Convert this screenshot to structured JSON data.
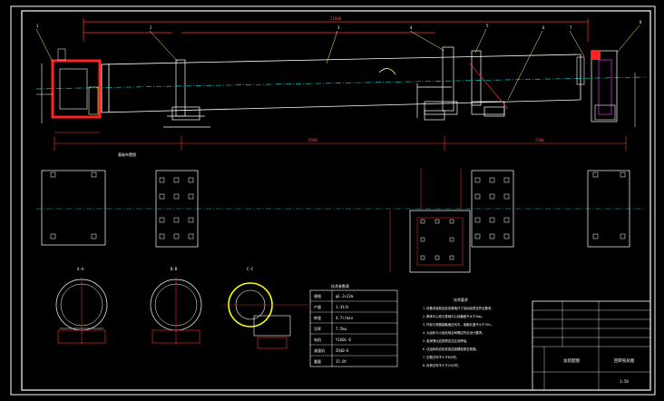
{
  "drawing": {
    "colors": {
      "background": "#000000",
      "frame": "#ffffff",
      "dimension": "#ff3333",
      "part": "#ffffff",
      "hidden": "#00cccc",
      "highlight": "#ff2222",
      "leader": "#ffff66",
      "rings": "#ffff00",
      "green": "#33ff33",
      "magenta": "#ff44ff"
    },
    "balloons": [
      "1",
      "2",
      "3",
      "4",
      "5",
      "6",
      "7",
      "8"
    ],
    "dimensions": {
      "overall": "21000",
      "span": "8500",
      "end": "2500"
    },
    "views": {
      "foundation": "基础布置图",
      "detail_a": "A-A",
      "detail_b": "B-B",
      "detail_c": "C-C"
    },
    "parts_table": {
      "title": "技术参数表",
      "rows": [
        {
          "label": "规格",
          "value": "φ1.2×12m"
        },
        {
          "label": "产量",
          "value": "1-3t/h"
        },
        {
          "label": "转速",
          "value": "4.7r/min"
        },
        {
          "label": "功率",
          "value": "7.5kw"
        },
        {
          "label": "电机",
          "value": "Y160L-6"
        },
        {
          "label": "减速机",
          "value": "ZQ40-6"
        },
        {
          "label": "重量",
          "value": "15.8t"
        }
      ]
    },
    "notes": {
      "title": "技术要求",
      "items": [
        "1.设备安装前应检查基础尺寸及标高是否符合要求。",
        "2.筒体中心线与基础中心线偏差不大于2mm。",
        "3.托轮与滚圈接触面应均匀，接触长度不小于70%。",
        "4.大齿轮与小齿轮啮合间隙应符合设计要求。",
        "5.各润滑点应按规定加注润滑油。",
        "6.试运转前应检查各连接螺栓是否紧固。",
        "7.空载试车不少于8小时。",
        "8.负荷试车不少于24小时。"
      ]
    },
    "title_block": {
      "drawing_name": "回转窑总图",
      "designation": "总装配图",
      "scale": "1:50"
    }
  }
}
